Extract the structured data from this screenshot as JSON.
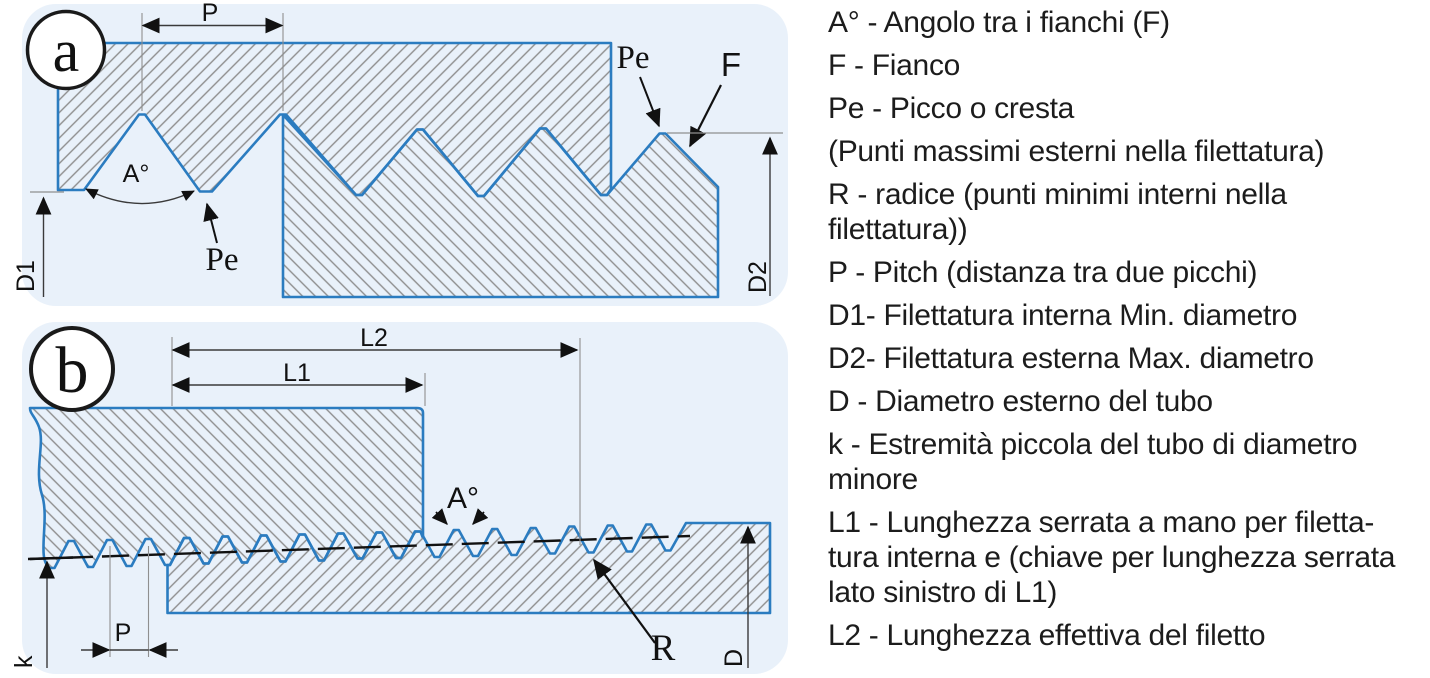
{
  "colors": {
    "panel_bg": "#e9f1fa",
    "outline_blue": "#2b7cc0",
    "hatch_gray": "#8d8d8d",
    "dim_gray": "#8f8f8f",
    "text_black": "#111111"
  },
  "fig": {
    "a": {
      "badge": "a",
      "pitch_label": "P",
      "angle_label": "A°",
      "crest_label_bottom": "Pe",
      "crest_label_top": "Pe",
      "flank_label": "F",
      "d1_label": "D1",
      "d2_label": "D2"
    },
    "b": {
      "badge": "b",
      "l1_label": "L1",
      "l2_label": "L2",
      "angle_label": "A°",
      "pitch_label": "P",
      "k_label": "k",
      "root_label": "R",
      "d_label": "D"
    }
  },
  "legend": {
    "items": [
      {
        "text": "A° - Angolo tra i fianchi (F)"
      },
      {
        "text": "F - Fianco"
      },
      {
        "text": "Pe - Picco o cresta"
      },
      {
        "text": "(Punti massimi esterni nella filettatura)"
      },
      {
        "text": "R - radice (punti minimi interni nella\nfilettatura))"
      },
      {
        "text": "P - Pitch (distanza tra due picchi)"
      },
      {
        "text": "D1- Filettatura interna Min. diametro"
      },
      {
        "text": "D2- Filettatura esterna Max. diametro"
      },
      {
        "text": "D - Diametro esterno del tubo"
      },
      {
        "text": "k - Estremità piccola del tubo di diametro\nminore"
      },
      {
        "text": "L1 - Lunghezza serrata a mano per filetta-\ntura interna e (chiave per lunghezza serrata\nlato sinistro di L1)"
      },
      {
        "text": "L2 - Lunghezza effettiva del filetto"
      }
    ]
  }
}
